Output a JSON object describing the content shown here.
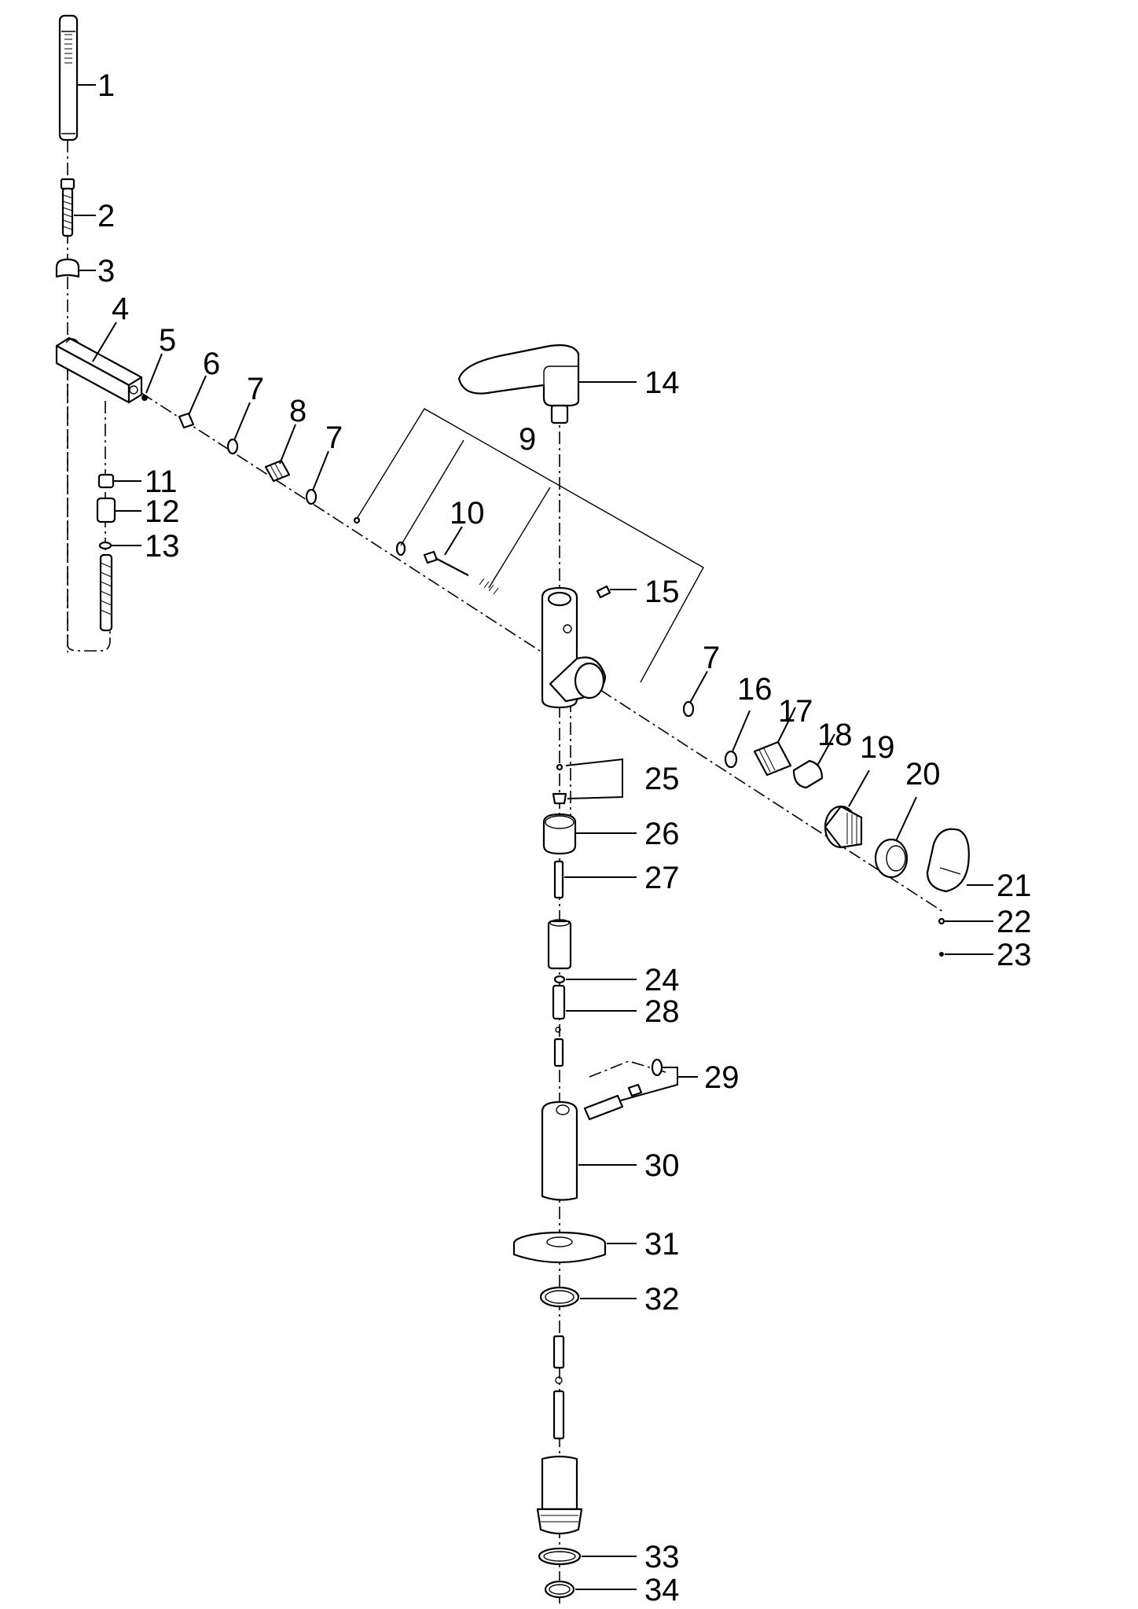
{
  "diagram": {
    "callouts": {
      "p1": "1",
      "p2": "2",
      "p3": "3",
      "p4": "4",
      "p5": "5",
      "p6": "6",
      "p7a": "7",
      "p7b": "7",
      "p7c": "7",
      "p8": "8",
      "p9": "9",
      "p10": "10",
      "p11": "11",
      "p12": "12",
      "p13": "13",
      "p14": "14",
      "p15": "15",
      "p16": "16",
      "p17": "17",
      "p18": "18",
      "p19": "19",
      "p20": "20",
      "p21": "21",
      "p22": "22",
      "p23": "23",
      "p24": "24",
      "p25": "25",
      "p26": "26",
      "p27": "27",
      "p28": "28",
      "p29": "29",
      "p30": "30",
      "p31": "31",
      "p32": "32",
      "p33": "33",
      "p34": "34"
    }
  }
}
